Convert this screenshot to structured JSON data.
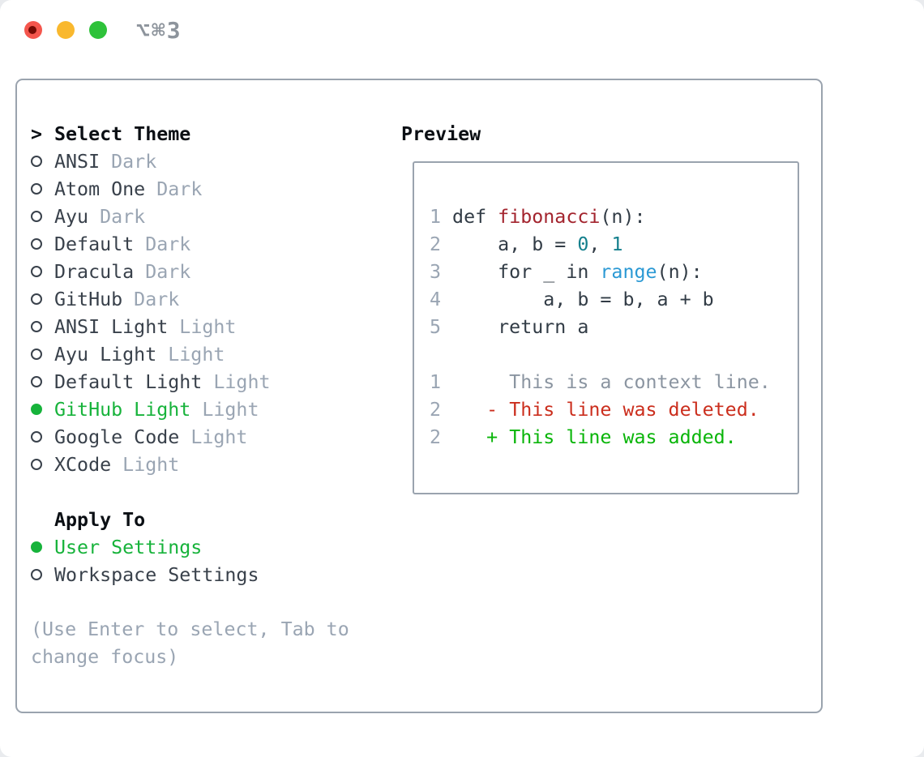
{
  "window": {
    "title": "⌥⌘3",
    "traffic_lights": [
      {
        "name": "close",
        "color": "#f4564d",
        "dot": "#750b04"
      },
      {
        "name": "minimize",
        "color": "#f9b82e"
      },
      {
        "name": "zoom",
        "color": "#2ec23a"
      }
    ]
  },
  "theme_panel": {
    "header": {
      "marker": ">",
      "label": "Select Theme"
    },
    "themes": [
      {
        "name": "ANSI",
        "variant": "Dark",
        "selected": false
      },
      {
        "name": "Atom One",
        "variant": "Dark",
        "selected": false
      },
      {
        "name": "Ayu",
        "variant": "Dark",
        "selected": false
      },
      {
        "name": "Default",
        "variant": "Dark",
        "selected": false
      },
      {
        "name": "Dracula",
        "variant": "Dark",
        "selected": false
      },
      {
        "name": "GitHub",
        "variant": "Dark",
        "selected": false
      },
      {
        "name": "ANSI Light",
        "variant": "Light",
        "selected": false
      },
      {
        "name": "Ayu Light",
        "variant": "Light",
        "selected": false
      },
      {
        "name": "Default Light",
        "variant": "Light",
        "selected": false
      },
      {
        "name": "GitHub Light",
        "variant": "Light",
        "selected": true
      },
      {
        "name": "Google Code",
        "variant": "Light",
        "selected": false
      },
      {
        "name": "XCode",
        "variant": "Light",
        "selected": false
      }
    ],
    "apply_to": {
      "label": "Apply To",
      "options": [
        {
          "name": "User Settings",
          "selected": true
        },
        {
          "name": "Workspace Settings",
          "selected": false
        }
      ]
    },
    "help_lines": [
      "(Use Enter to select, Tab to",
      "change focus)"
    ]
  },
  "preview": {
    "label": "Preview",
    "code_lines": [
      [
        {
          "t": "1",
          "c": "lineno"
        },
        {
          "t": " def ",
          "c": "code"
        },
        {
          "t": "fibonacci",
          "c": "func"
        },
        {
          "t": "(n):",
          "c": "code"
        }
      ],
      [
        {
          "t": "2",
          "c": "lineno"
        },
        {
          "t": "     a, b = ",
          "c": "code"
        },
        {
          "t": "0",
          "c": "num"
        },
        {
          "t": ", ",
          "c": "code"
        },
        {
          "t": "1",
          "c": "num"
        }
      ],
      [
        {
          "t": "3",
          "c": "lineno"
        },
        {
          "t": "     for _ in ",
          "c": "code"
        },
        {
          "t": "range",
          "c": "builtin"
        },
        {
          "t": "(n):",
          "c": "code"
        }
      ],
      [
        {
          "t": "4",
          "c": "lineno"
        },
        {
          "t": "         a, b = b, a + b",
          "c": "code"
        }
      ],
      [
        {
          "t": "5",
          "c": "lineno"
        },
        {
          "t": "     return a",
          "c": "code"
        }
      ],
      [],
      [
        {
          "t": "1",
          "c": "lineno"
        },
        {
          "t": "      This is a context line.",
          "c": "ctx"
        }
      ],
      [
        {
          "t": "2",
          "c": "lineno"
        },
        {
          "t": "    ",
          "c": "code"
        },
        {
          "t": "- This line was deleted.",
          "c": "del"
        }
      ],
      [
        {
          "t": "2",
          "c": "lineno"
        },
        {
          "t": "    ",
          "c": "code"
        },
        {
          "t": "+ This line was added.",
          "c": "add"
        }
      ]
    ]
  },
  "colors": {
    "text_header": "#0b0f14",
    "text_dark": "#39414b",
    "text_muted": "#9aa5b3",
    "selected_green": "#17b33b",
    "border_gray": "#9aa3ae",
    "titlebar_text": "#8d949c"
  },
  "token_colors": {
    "lineno": "#9aa5b3",
    "code": "#323c46",
    "func": "#a3242e",
    "num": "#15808d",
    "builtin": "#2b99d4",
    "ctx": "#8b95a1",
    "del": "#cb2e1d",
    "add": "#09b509"
  }
}
